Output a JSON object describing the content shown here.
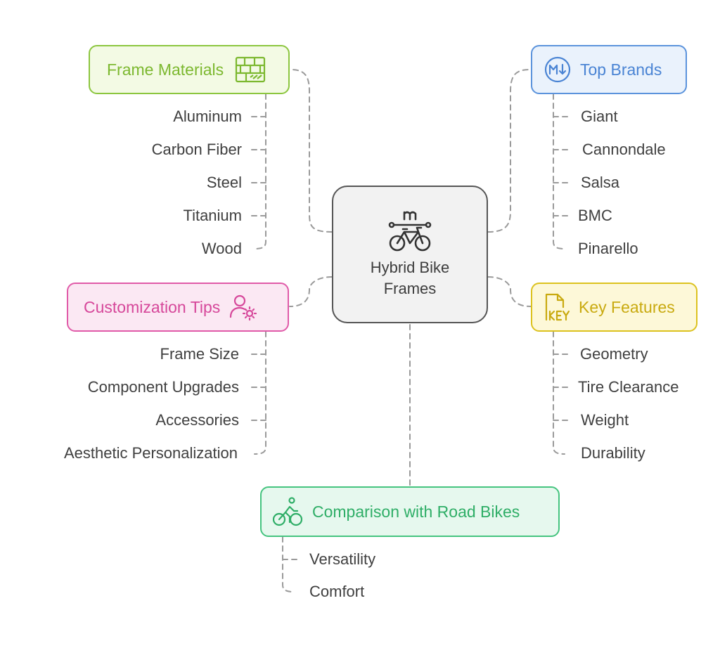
{
  "center": {
    "title": "Hybrid Bike\nFrames",
    "icon": "bicycle-icon"
  },
  "branches": {
    "frame_materials": {
      "label": "Frame Materials",
      "icon": "brick-wall-icon",
      "color": "#7cb82f",
      "fill": "#f3fae4",
      "items": [
        "Aluminum",
        "Carbon Fiber",
        "Steel",
        "Titanium",
        "Wood"
      ]
    },
    "top_brands": {
      "label": "Top Brands",
      "icon": "markdown-download-icon",
      "color": "#4a84d4",
      "fill": "#eaf2fc",
      "items": [
        "Giant",
        "Cannondale",
        "Salsa",
        "BMC",
        "Pinarello"
      ]
    },
    "customization_tips": {
      "label": "Customization Tips",
      "icon": "user-settings-icon",
      "color": "#d6479a",
      "fill": "#fbe8f3",
      "items": [
        "Frame Size",
        "Component Upgrades",
        "Accessories",
        "Aesthetic Personalization"
      ]
    },
    "key_features": {
      "label": "Key Features",
      "icon": "key-file-icon",
      "color": "#d2b418",
      "fill": "#fdf8d8",
      "items": [
        "Geometry",
        "Tire Clearance",
        "Weight",
        "Durability"
      ]
    },
    "comparison": {
      "label": "Comparison with Road Bikes",
      "icon": "cyclist-icon",
      "color": "#34b870",
      "fill": "#e6f8ee",
      "items": [
        "Versatility",
        "Comfort"
      ]
    }
  }
}
